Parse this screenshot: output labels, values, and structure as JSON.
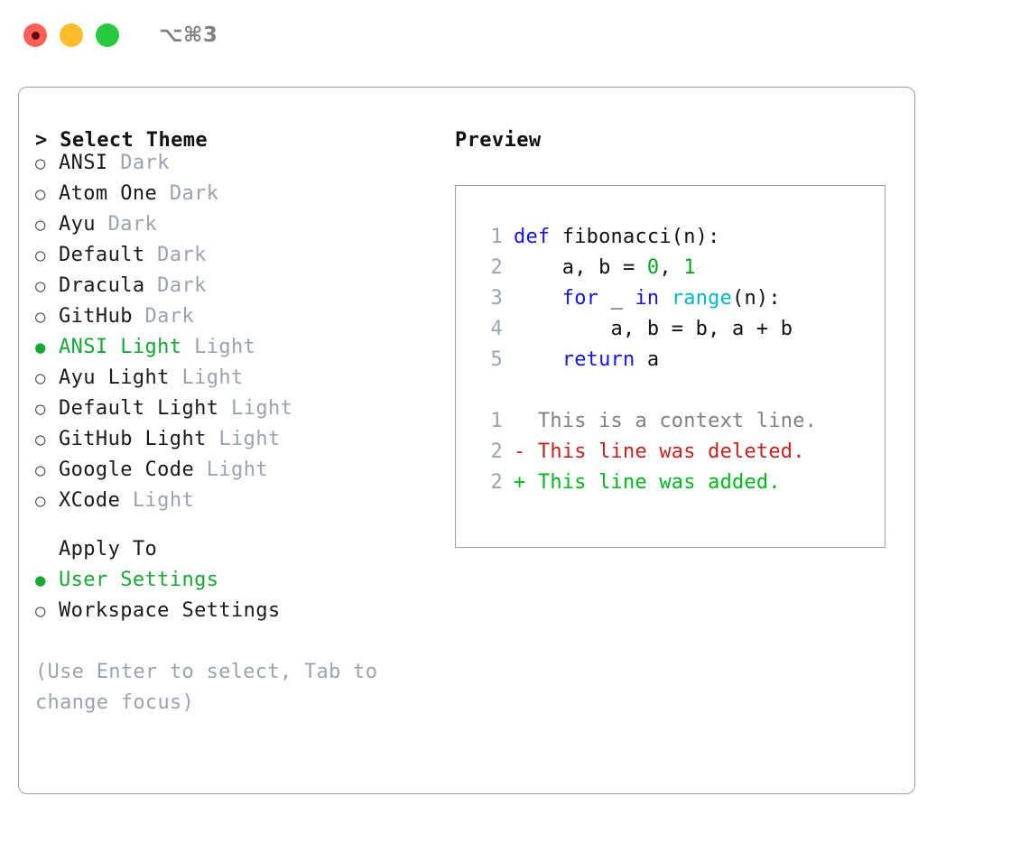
{
  "titlebar": {
    "shortcut": "⌥⌘3",
    "lights": [
      "close-light",
      "minimize-light",
      "maximize-light"
    ]
  },
  "theme_panel": {
    "heading": "> Select Theme",
    "bullet_selected": "●",
    "bullet_unselected": "○",
    "items": [
      {
        "name": "ANSI",
        "suffix": "Dark",
        "selected": false
      },
      {
        "name": "Atom One",
        "suffix": "Dark",
        "selected": false
      },
      {
        "name": "Ayu",
        "suffix": "Dark",
        "selected": false
      },
      {
        "name": "Default",
        "suffix": "Dark",
        "selected": false
      },
      {
        "name": "Dracula",
        "suffix": "Dark",
        "selected": false
      },
      {
        "name": "GitHub",
        "suffix": "Dark",
        "selected": false
      },
      {
        "name": "ANSI Light",
        "suffix": "Light",
        "selected": true
      },
      {
        "name": "Ayu Light",
        "suffix": "Light",
        "selected": false
      },
      {
        "name": "Default Light",
        "suffix": "Light",
        "selected": false
      },
      {
        "name": "GitHub Light",
        "suffix": "Light",
        "selected": false
      },
      {
        "name": "Google Code",
        "suffix": "Light",
        "selected": false
      },
      {
        "name": "XCode",
        "suffix": "Light",
        "selected": false
      }
    ]
  },
  "apply_to": {
    "label": "Apply To",
    "items": [
      {
        "name": "User Settings",
        "selected": true
      },
      {
        "name": "Workspace Settings",
        "selected": false
      }
    ]
  },
  "hint": "(Use Enter to select, Tab to change focus)",
  "preview": {
    "title": "Preview",
    "code_lines": [
      {
        "no": "1",
        "tokens": [
          {
            "t": "def ",
            "c": "tok-kw"
          },
          {
            "t": "fibonacci(n):",
            "c": "tok-text"
          }
        ]
      },
      {
        "no": "2",
        "tokens": [
          {
            "t": "    a, b = ",
            "c": "tok-text"
          },
          {
            "t": "0",
            "c": "tok-num"
          },
          {
            "t": ", ",
            "c": "tok-text"
          },
          {
            "t": "1",
            "c": "tok-num"
          }
        ]
      },
      {
        "no": "3",
        "tokens": [
          {
            "t": "    ",
            "c": "tok-text"
          },
          {
            "t": "for",
            "c": "tok-kw"
          },
          {
            "t": " _ ",
            "c": "tok-text"
          },
          {
            "t": "in",
            "c": "tok-kw"
          },
          {
            "t": " ",
            "c": "tok-text"
          },
          {
            "t": "range",
            "c": "tok-fn"
          },
          {
            "t": "(n):",
            "c": "tok-text"
          }
        ]
      },
      {
        "no": "4",
        "tokens": [
          {
            "t": "        a, b = b, a + b",
            "c": "tok-text"
          }
        ]
      },
      {
        "no": "5",
        "tokens": [
          {
            "t": "    ",
            "c": "tok-text"
          },
          {
            "t": "return",
            "c": "tok-kw"
          },
          {
            "t": " a",
            "c": "tok-text"
          }
        ]
      }
    ],
    "diff_lines": [
      {
        "no": "1",
        "text": "  This is a context line.",
        "c": "diff-ctx"
      },
      {
        "no": "2",
        "text": "- This line was deleted.",
        "c": "diff-del"
      },
      {
        "no": "2",
        "text": "+ This line was added.",
        "c": "diff-add"
      }
    ]
  },
  "colors": {
    "accent_green": "#16a734",
    "muted": "#9aa3b2",
    "border": "#97a0b0",
    "keyword": "#1414e0",
    "number": "#00a81e",
    "function": "#00b8c4",
    "diff_deleted": "#c42020",
    "diff_added": "#00b81e"
  }
}
